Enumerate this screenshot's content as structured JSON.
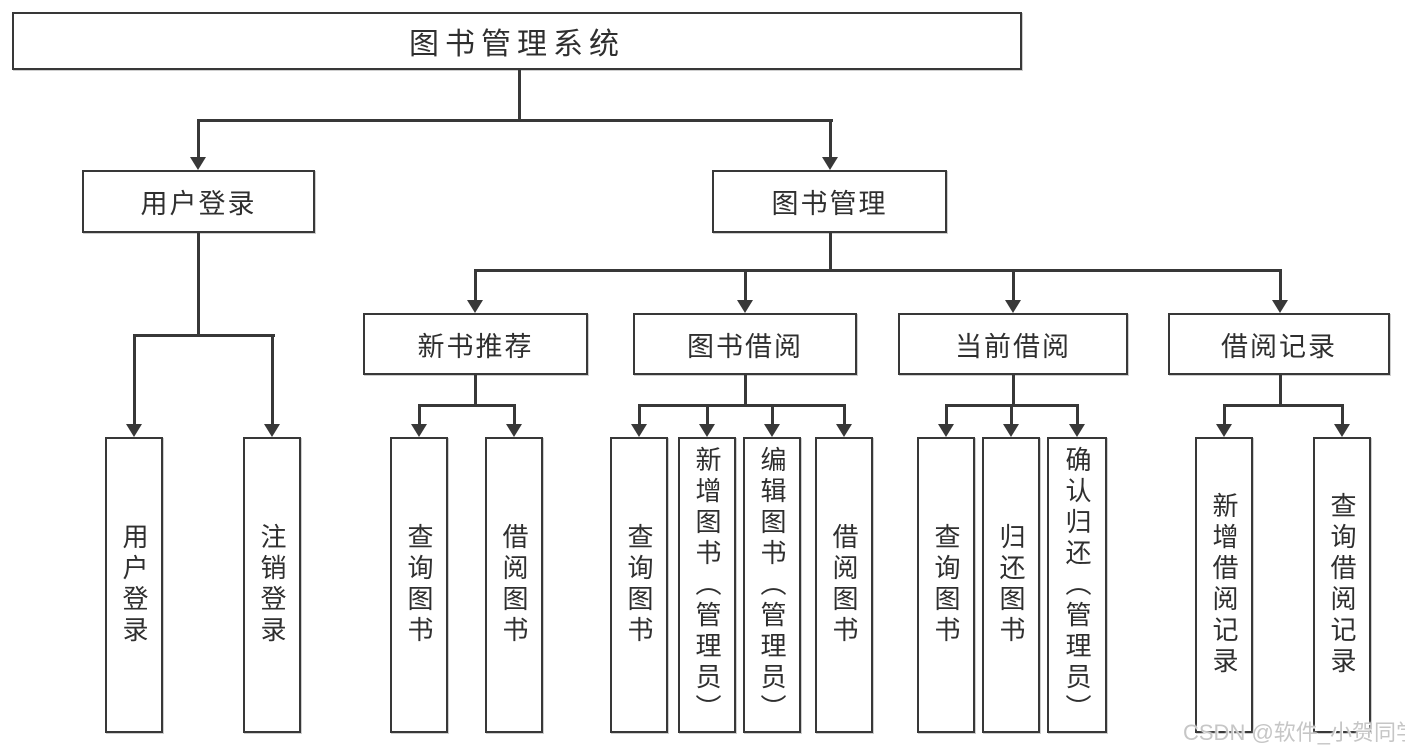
{
  "tree": {
    "label": "图书管理系统",
    "children": [
      {
        "label": "用户登录",
        "children": [
          {
            "label": "用户登录"
          },
          {
            "label": "注销登录"
          }
        ]
      },
      {
        "label": "图书管理",
        "children": [
          {
            "label": "新书推荐",
            "children": [
              {
                "label": "查询图书"
              },
              {
                "label": "借阅图书"
              }
            ]
          },
          {
            "label": "图书借阅",
            "children": [
              {
                "label": "查询图书"
              },
              {
                "label": "新增图书（管理员）"
              },
              {
                "label": "编辑图书（管理员）"
              },
              {
                "label": "借阅图书"
              }
            ]
          },
          {
            "label": "当前借阅",
            "children": [
              {
                "label": "查询图书"
              },
              {
                "label": "归还图书"
              },
              {
                "label": "确认归还（管理员）"
              }
            ]
          },
          {
            "label": "借阅记录",
            "children": [
              {
                "label": "新增借阅记录"
              },
              {
                "label": "查询借阅记录"
              }
            ]
          }
        ]
      }
    ]
  },
  "watermark": "CSDN @软件_小贺同学",
  "colors": {
    "line": "#383838",
    "text": "#2f2f2f",
    "box_background": "#ffffff",
    "watermark": "#c6c6c6"
  }
}
